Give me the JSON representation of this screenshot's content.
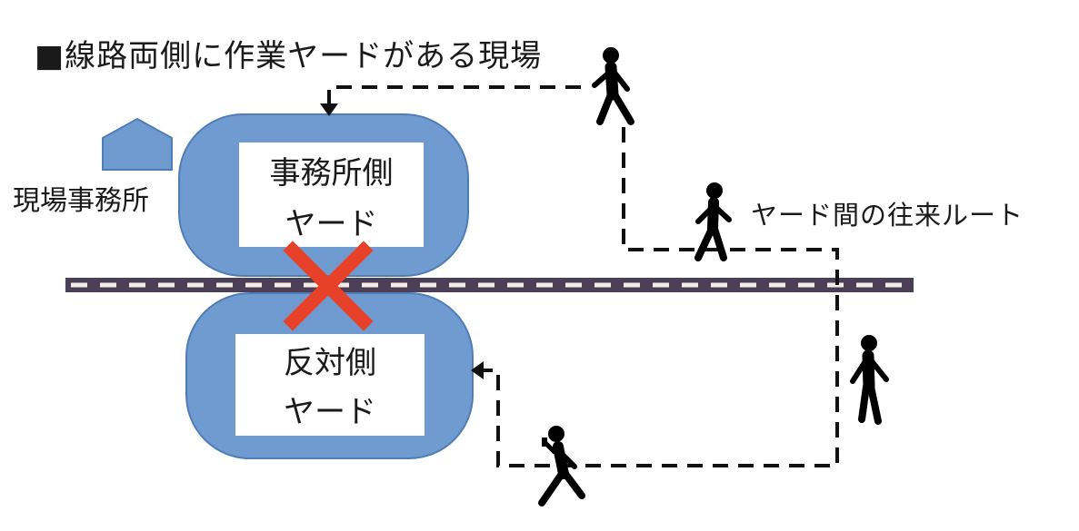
{
  "title": "■線路両側に作業ヤードがある現場",
  "office": {
    "label": "現場事務所",
    "icon": "house-icon"
  },
  "yards": {
    "office_side": {
      "line1": "事務所側",
      "line2": "ヤード"
    },
    "opposite_side": {
      "line1": "反対側",
      "line2": "ヤード"
    }
  },
  "route": {
    "label": "ヤード間の往来ルート"
  },
  "icons": {
    "blocked": "cross-mark-icon",
    "walker": "walking-person-icon",
    "arrow": "arrow-head-icon"
  },
  "colors": {
    "yard_fill": "#6f9bd1",
    "yard_stroke": "#4f7db8",
    "track": "#4a3f57",
    "track_dash": "#f3ece4",
    "cross": "#e8412a",
    "route": "#111111"
  }
}
